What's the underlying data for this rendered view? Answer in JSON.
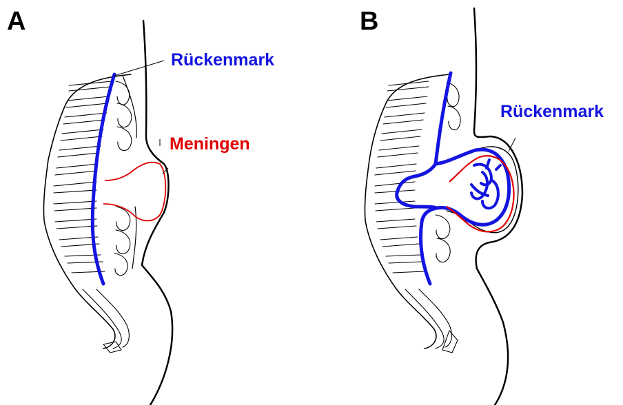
{
  "panels": [
    {
      "letter": "A",
      "labels": {
        "spinal_cord": "Rückenmark",
        "meninges": "Meningen"
      }
    },
    {
      "letter": "B",
      "labels": {
        "spinal_cord": "Rückenmark"
      }
    }
  ],
  "colors": {
    "spinal_cord": "#1414e0",
    "meninges": "#e00000",
    "outline": "#000000"
  }
}
